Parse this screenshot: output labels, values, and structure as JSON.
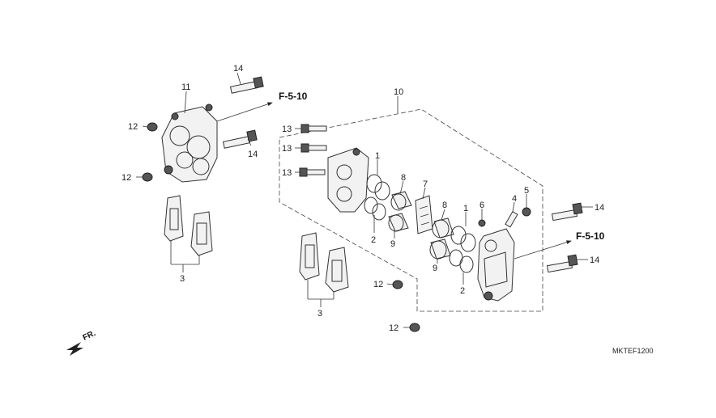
{
  "labels": {
    "l14a": "14",
    "l11": "11",
    "l12a": "12",
    "l12b": "12",
    "l14b": "14",
    "l3a": "3",
    "l10": "10",
    "l13a": "13",
    "l13b": "13",
    "l13c": "13",
    "l1a": "1",
    "l8a": "8",
    "l7": "7",
    "l2a": "2",
    "l9a": "9",
    "l8b": "8",
    "l6": "6",
    "l4": "4",
    "l5": "5",
    "l1b": "1",
    "l9b": "9",
    "l2b": "2",
    "l14c": "14",
    "l14d": "14",
    "l12c": "12",
    "l12d": "12",
    "l3b": "3"
  },
  "refs": {
    "upper": "F-5-10",
    "lower": "F-5-10"
  },
  "direction": "FR.",
  "code": "MKTEF1200"
}
